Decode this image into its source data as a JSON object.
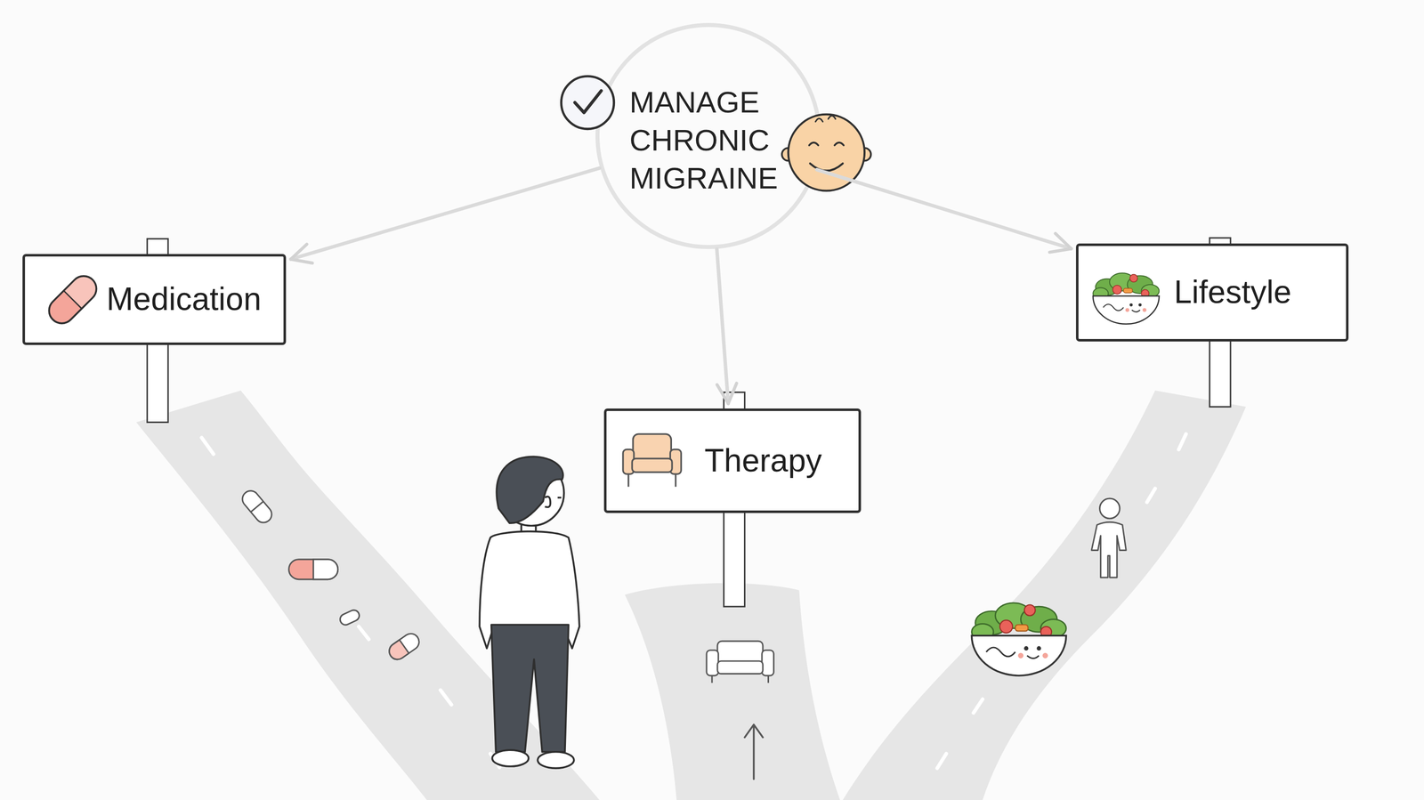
{
  "diagram": {
    "nodes": [
      {
        "text": [
          "MANAGE CHRONIC MIGRAINE"
        ]
      },
      {
        "text": [
          "Medication"
        ]
      },
      {
        "text": [
          "Therapy"
        ]
      },
      {
        "text": [
          "Lifestyle"
        ]
      }
    ],
    "edges": [
      {
        "from": 0,
        "to": 1,
        "arrow": "to"
      },
      {
        "from": 0,
        "to": 2,
        "arrow": "to"
      },
      {
        "from": 0,
        "to": 3,
        "arrow": "to"
      }
    ]
  }
}
